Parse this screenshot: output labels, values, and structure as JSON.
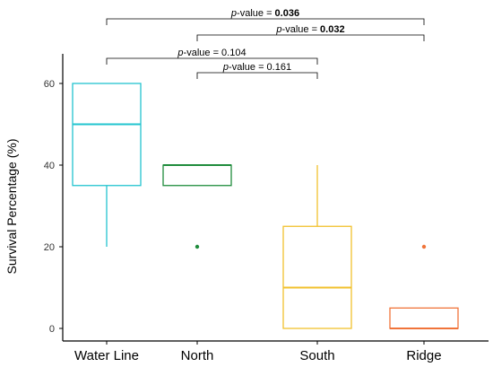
{
  "chart_data": {
    "type": "box",
    "ylabel": "Survival Percentage (%)",
    "xlabel": "",
    "ylim": [
      0,
      60
    ],
    "yticks": [
      0,
      20,
      40,
      60
    ],
    "grid": false,
    "categories": [
      "Water Line",
      "North",
      "South",
      "Ridge"
    ],
    "boxes": [
      {
        "category": "Water Line",
        "color": "#22c4cf",
        "min": 20,
        "q1": 35,
        "median": 50,
        "q3": 60,
        "max": 60,
        "outliers": []
      },
      {
        "category": "North",
        "color": "#1f8c3c",
        "min": 35,
        "q1": 35,
        "median": 40,
        "q3": 40,
        "max": 40,
        "outliers": [
          20
        ]
      },
      {
        "category": "South",
        "color": "#f2c12e",
        "min": 0,
        "q1": 0,
        "median": 10,
        "q3": 25,
        "max": 40,
        "outliers": []
      },
      {
        "category": "Ridge",
        "color": "#f0743a",
        "min": 0,
        "q1": 0,
        "median": 0,
        "q3": 5,
        "max": 5,
        "outliers": [
          20
        ]
      }
    ],
    "comparisons": [
      {
        "from": "Water Line",
        "to": "Ridge",
        "label_prefix": "p",
        "label_suffix": "-value = ",
        "value": "0.036",
        "bold": true
      },
      {
        "from": "North",
        "to": "Ridge",
        "label_prefix": "p",
        "label_suffix": "-value = ",
        "value": "0.032",
        "bold": true
      },
      {
        "from": "Water Line",
        "to": "South",
        "label_prefix": "p",
        "label_suffix": "-value = ",
        "value": "0.104",
        "bold": false
      },
      {
        "from": "North",
        "to": "South",
        "label_prefix": "p",
        "label_suffix": "-value = ",
        "value": "0.161",
        "bold": false
      }
    ]
  }
}
